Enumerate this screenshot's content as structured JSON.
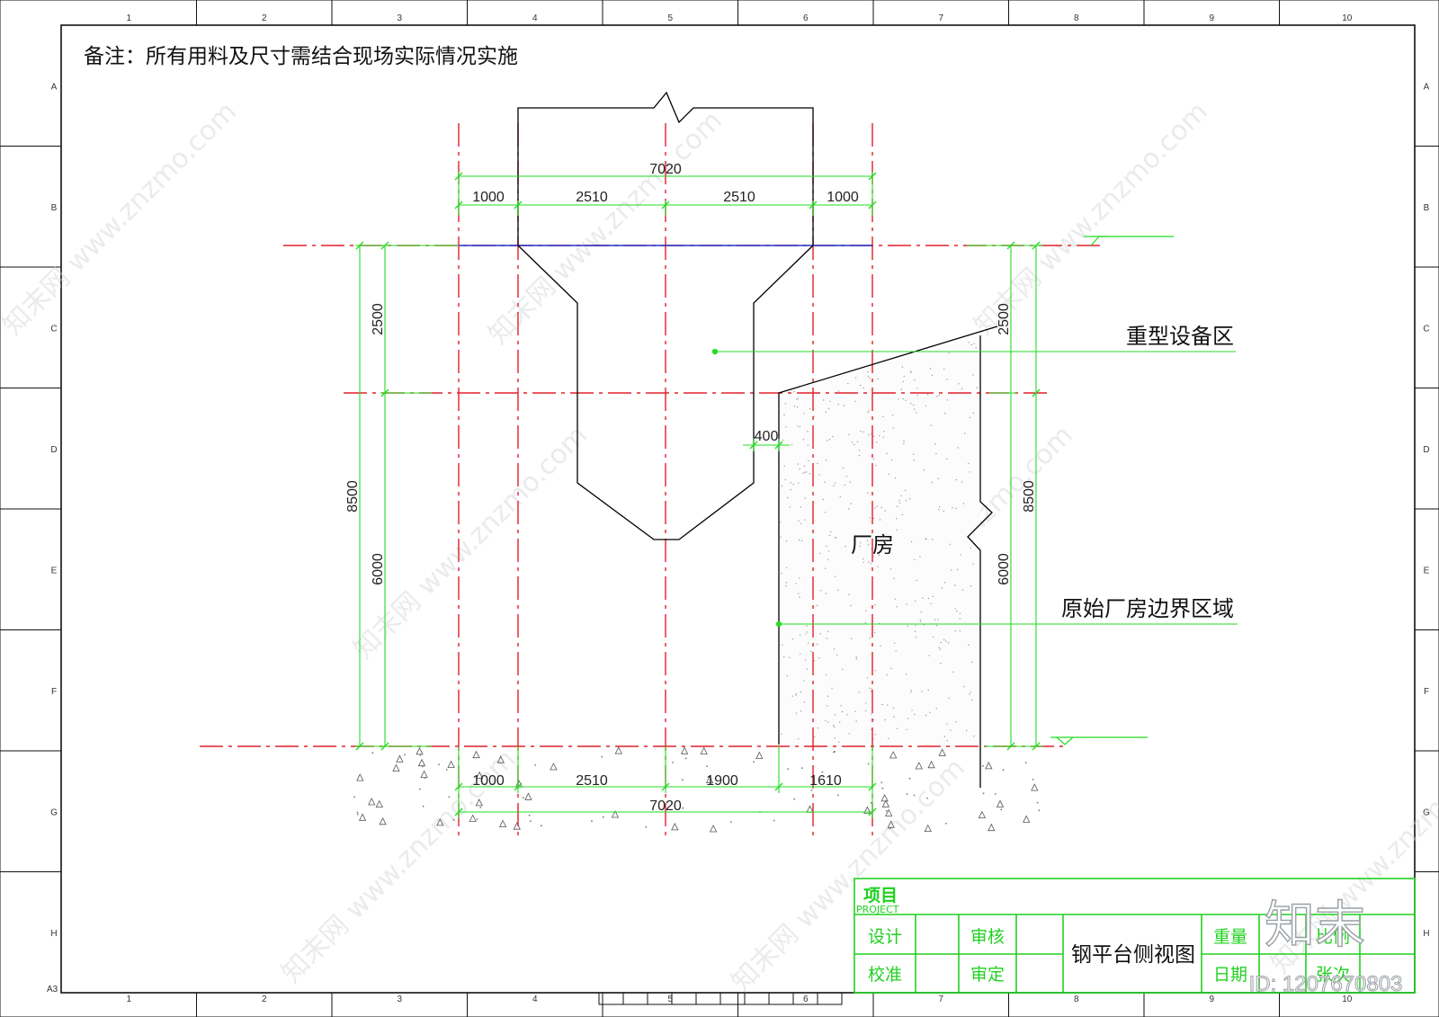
{
  "note": "备注：所有用料及尺寸需结合现场实际情况实施",
  "grid": {
    "columns": [
      "1",
      "2",
      "3",
      "4",
      "5",
      "6",
      "7",
      "8",
      "9",
      "10"
    ],
    "rows": [
      "A",
      "B",
      "C",
      "D",
      "E",
      "F",
      "G",
      "H"
    ],
    "sheet_size": "A3"
  },
  "dimensions": {
    "top_total": "7020",
    "top_parts": [
      "1000",
      "2510",
      "2510",
      "1000"
    ],
    "bottom_parts": [
      "1000",
      "2510",
      "1900",
      "1610"
    ],
    "bottom_total": "7020",
    "left_total": "8500",
    "left_upper": "2500",
    "left_lower": "6000",
    "right_total": "8500",
    "right_upper": "2500",
    "right_lower": "6000",
    "wall_gap": "400"
  },
  "labels": {
    "heavy_zone": "重型设备区",
    "factory": "厂房",
    "original_boundary": "原始厂房边界区域"
  },
  "title_block": {
    "project_cn": "项目",
    "project_en": "PROJECT",
    "design": "设计",
    "review": "审核",
    "check": "校准",
    "approve": "审定",
    "drawing_title": "钢平台侧视图",
    "weight": "重量",
    "ratio": "比例",
    "date": "日期",
    "sheets": "张次"
  },
  "watermark": {
    "brand": "知末",
    "site_cn": "知末网",
    "site_url": "www.znzmo.com",
    "id": "ID: 1207670803"
  },
  "colors": {
    "axis": "#e0202a",
    "dimension": "#22dd22",
    "outline": "#000000",
    "level_line": "#2233cc",
    "title_block": "#1fd11f"
  }
}
